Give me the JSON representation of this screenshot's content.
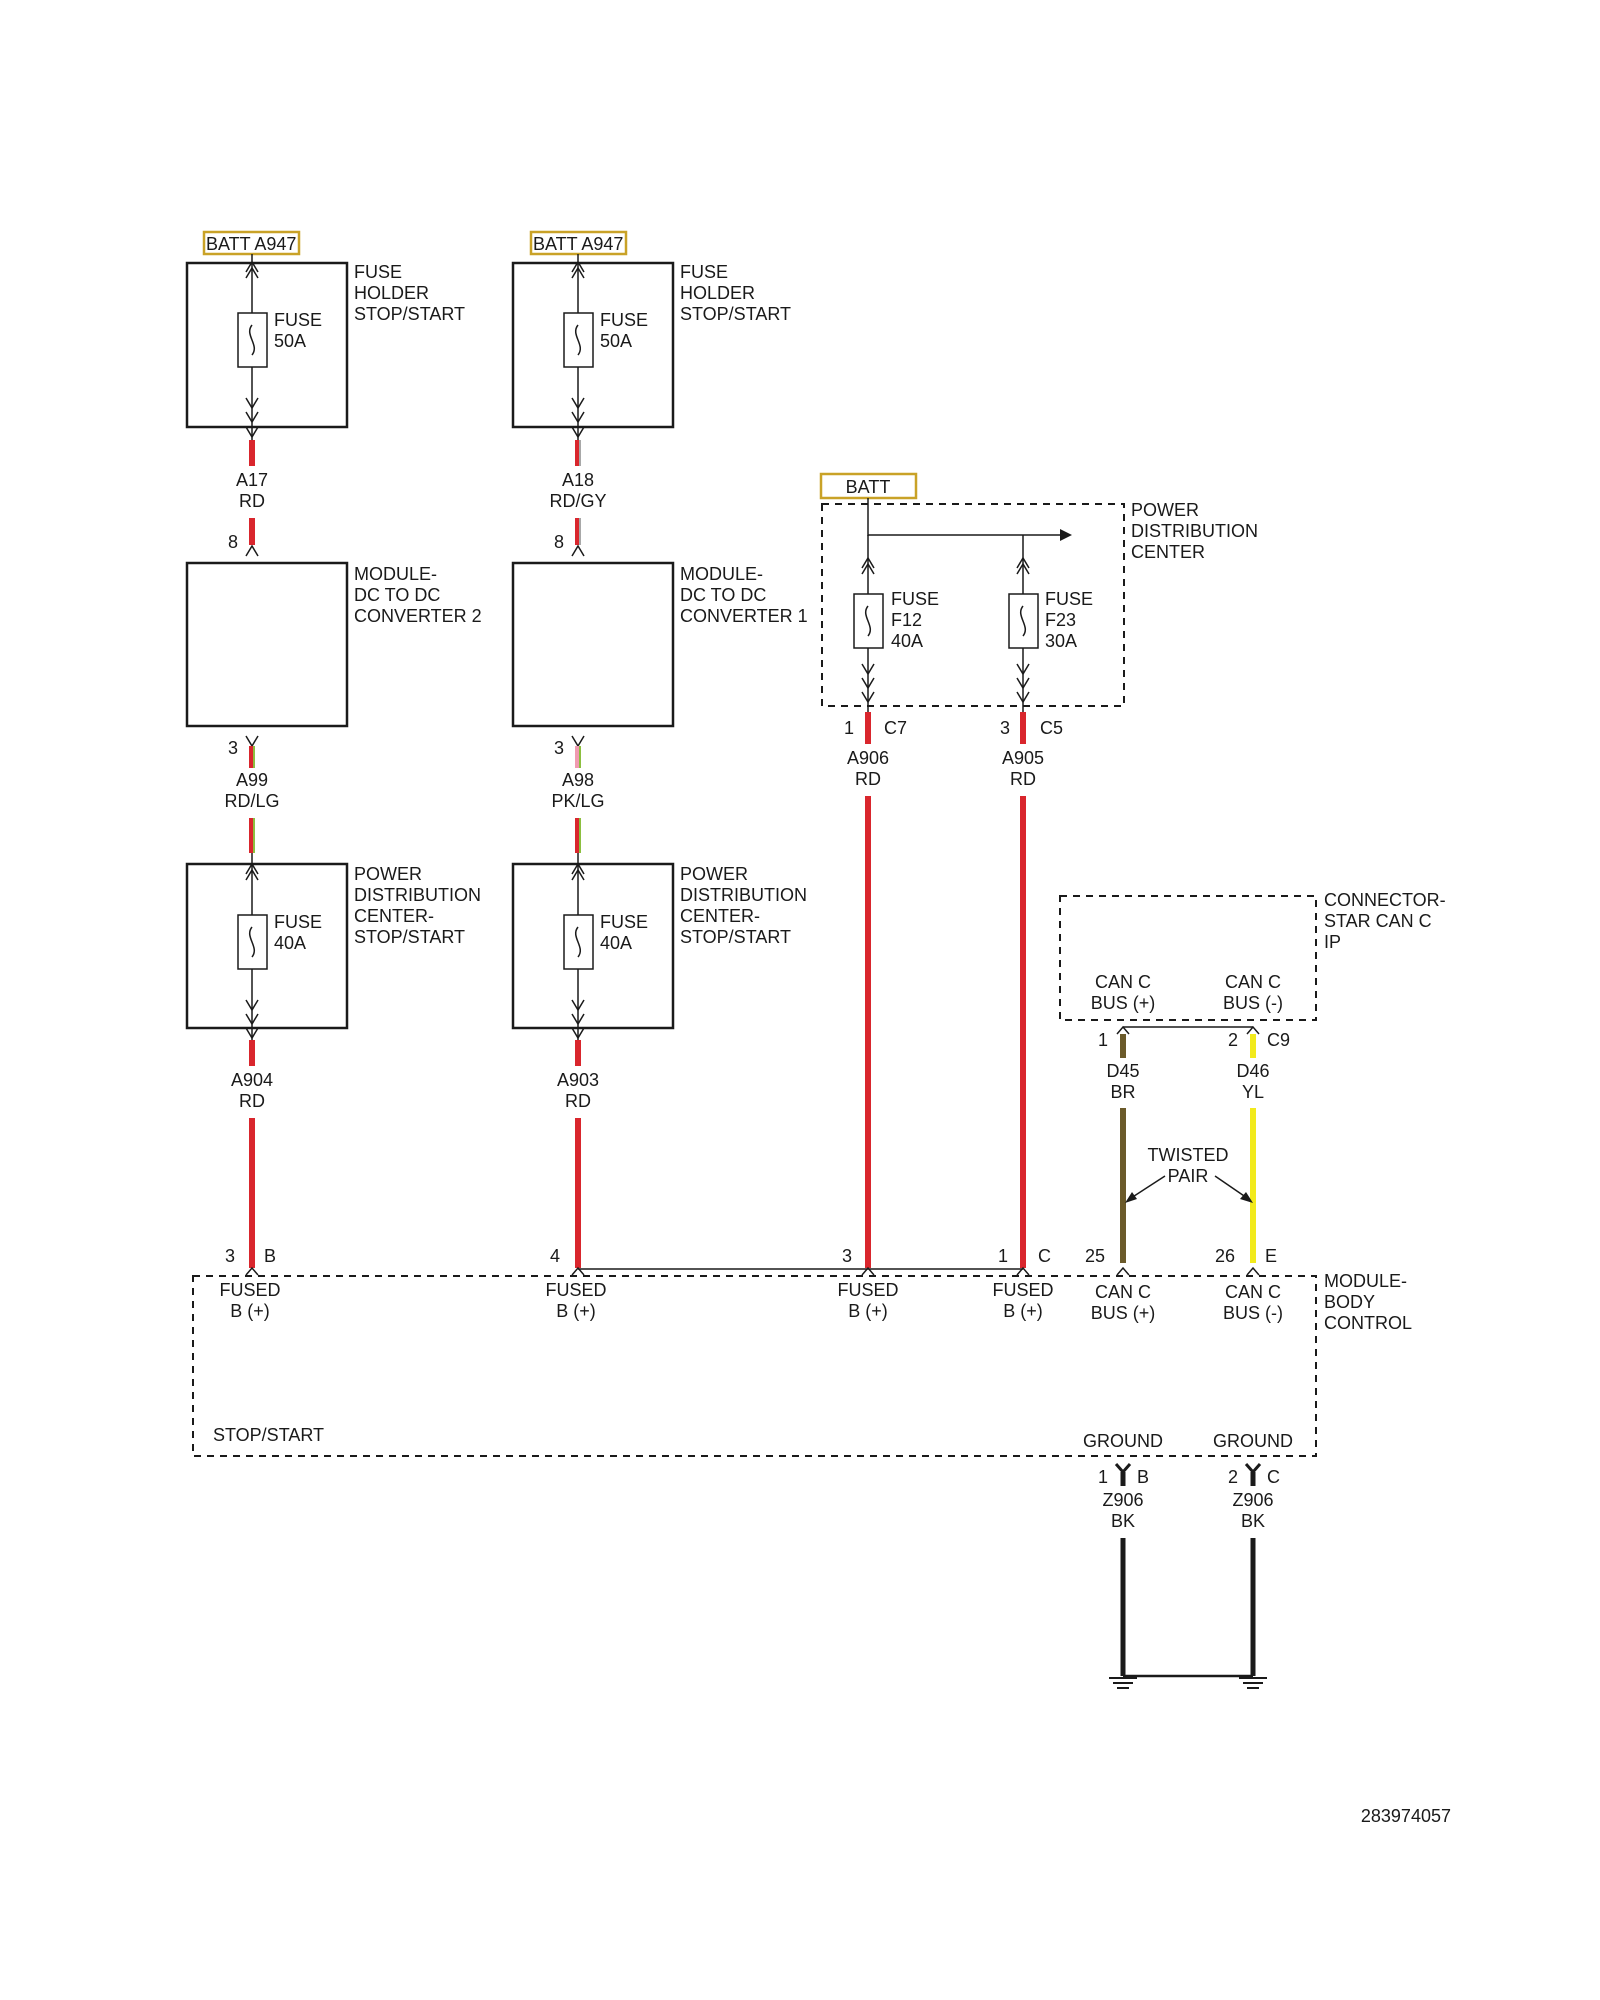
{
  "colors": {
    "RD": "#d9262d",
    "GY": "#a8a8a8",
    "LG": "#8cbf3f",
    "PK": "#f09ab0",
    "BR": "#6b5a2a",
    "YL": "#f2ea1c",
    "BK": "#1a1a1a",
    "batt_tag_border": "#c9a227"
  },
  "fuse_holder_1": {
    "batt_tag": "BATT A947",
    "label": [
      "FUSE",
      "HOLDER",
      "STOP/START"
    ],
    "fuse": [
      "FUSE",
      "50A"
    ]
  },
  "fuse_holder_2": {
    "batt_tag": "BATT A947",
    "label": [
      "FUSE",
      "HOLDER",
      "STOP/START"
    ],
    "fuse": [
      "FUSE",
      "50A"
    ]
  },
  "wire_a17": {
    "circuit": "A17",
    "color": "RD"
  },
  "wire_a18": {
    "circuit": "A18",
    "color": "RD/GY"
  },
  "dc_converter_2": {
    "pin_in": "8",
    "pin_out": "3",
    "label": [
      "MODULE-",
      "DC TO DC",
      "CONVERTER 2"
    ]
  },
  "dc_converter_1": {
    "pin_in": "8",
    "pin_out": "3",
    "label": [
      "MODULE-",
      "DC TO DC",
      "CONVERTER 1"
    ]
  },
  "wire_a99": {
    "circuit": "A99",
    "color": "RD/LG"
  },
  "wire_a98": {
    "circuit": "A98",
    "color": "PK/LG"
  },
  "pdc_ss_1": {
    "label": [
      "POWER",
      "DISTRIBUTION",
      "CENTER-",
      "STOP/START"
    ],
    "fuse": [
      "FUSE",
      "40A"
    ]
  },
  "pdc_ss_2": {
    "label": [
      "POWER",
      "DISTRIBUTION",
      "CENTER-",
      "STOP/START"
    ],
    "fuse": [
      "FUSE",
      "40A"
    ]
  },
  "wire_a904": {
    "circuit": "A904",
    "color": "RD"
  },
  "wire_a903": {
    "circuit": "A903",
    "color": "RD"
  },
  "pdc": {
    "batt_tag": "BATT",
    "label": [
      "POWER",
      "DISTRIBUTION",
      "CENTER"
    ],
    "fuse_f12": [
      "FUSE",
      "F12",
      "40A"
    ],
    "fuse_f23": [
      "FUSE",
      "F23",
      "30A"
    ],
    "pin_c7": "1",
    "conn_c7": "C7",
    "pin_c5": "3",
    "conn_c5": "C5"
  },
  "wire_a906": {
    "circuit": "A906",
    "color": "RD"
  },
  "wire_a905": {
    "circuit": "A905",
    "color": "RD"
  },
  "star_connector": {
    "label": [
      "CONNECTOR-",
      "STAR CAN C",
      "IP"
    ],
    "pin_plus_label": [
      "CAN C",
      "BUS (+)"
    ],
    "pin_minus_label": [
      "CAN C",
      "BUS (-)"
    ],
    "pin_1": "1",
    "pin_2": "2",
    "conn": "C9"
  },
  "wire_d45": {
    "circuit": "D45",
    "color": "BR"
  },
  "wire_d46": {
    "circuit": "D46",
    "color": "YL"
  },
  "twisted_pair": [
    "TWISTED",
    "PAIR"
  ],
  "bcm": {
    "label": [
      "MODULE-",
      "BODY",
      "CONTROL"
    ],
    "section": "STOP/START",
    "pin_b3": "3",
    "conn_b": "B",
    "pin_4": "4",
    "pin_3": "3",
    "pin_c1": "1",
    "conn_c": "C",
    "pin_25": "25",
    "pin_26": "26",
    "conn_e": "E",
    "fused_label": [
      "FUSED",
      "B (+)"
    ],
    "can_plus_label": [
      "CAN C",
      "BUS (+)"
    ],
    "can_minus_label": [
      "CAN C",
      "BUS (-)"
    ],
    "ground_label": "GROUND",
    "gnd_pin_1": "1",
    "gnd_conn_b": "B",
    "gnd_pin_2": "2",
    "gnd_conn_c": "C"
  },
  "wire_z906_1": {
    "circuit": "Z906",
    "color": "BK"
  },
  "wire_z906_2": {
    "circuit": "Z906",
    "color": "BK"
  },
  "figure_id": "283974057"
}
